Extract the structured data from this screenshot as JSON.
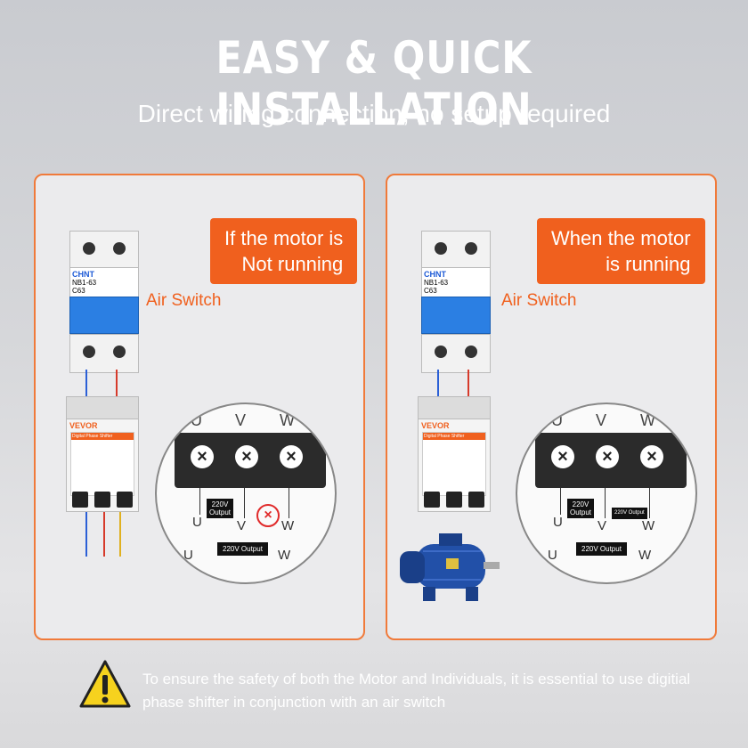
{
  "header": {
    "title": "EASY & QUICK INSTALLATION",
    "subtitle": "Direct wiring connection, no setup required"
  },
  "left_panel": {
    "callout_line1": "If the motor is",
    "callout_line2": "Not running",
    "air_switch_label": "Air Switch",
    "breaker_brand": "CHNT",
    "breaker_model": "NB1-63",
    "breaker_rating": "C63",
    "shifter_brand": "VEVOR",
    "shifter_label_title": "Digital Phase Shifter",
    "zoom_u": "U",
    "zoom_v": "V",
    "zoom_w": "W",
    "output_box": "220V\nOutput",
    "output_wide": "220V Output",
    "t_u1": "U",
    "t_v1": "V",
    "t_w1": "W",
    "t_u2": "U",
    "t_w2": "W"
  },
  "right_panel": {
    "callout_line1": "When the motor",
    "callout_line2": "is running",
    "air_switch_label": "Air Switch",
    "breaker_brand": "CHNT",
    "breaker_model": "NB1-63",
    "breaker_rating": "C63",
    "shifter_brand": "VEVOR",
    "shifter_label_title": "Digital Phase Shifter",
    "zoom_u": "U",
    "zoom_v": "V",
    "zoom_w": "W",
    "output_box": "220V\nOutput",
    "output_small": "220V Output",
    "output_wide": "220V Output",
    "t_u1": "U",
    "t_v1": "V",
    "t_w1": "W",
    "t_u2": "U",
    "t_w2": "W"
  },
  "footer": {
    "warning_icon": "warning-triangle-icon",
    "warning_text": "To ensure the safety of both the Motor and Individuals, it is essential to use digitial phase shifter in conjunction with an air switch"
  },
  "colors": {
    "accent": "#f0601e",
    "breaker_blue": "#2b7fe3",
    "motor_blue": "#2250a8"
  }
}
